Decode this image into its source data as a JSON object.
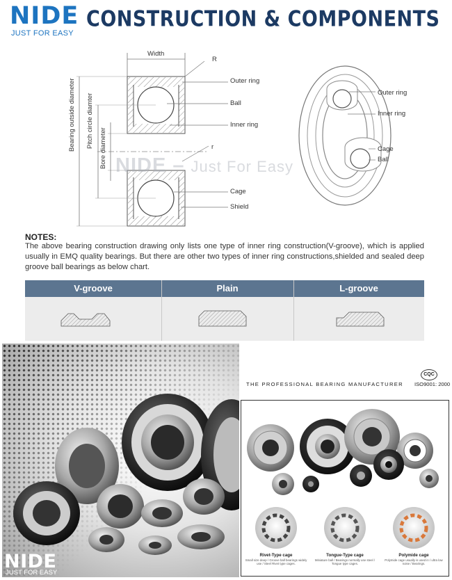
{
  "header": {
    "logo": "NIDE",
    "logo_tagline": "JUST FOR EASY",
    "title": "CONSTRUCTION & COMPONENTS"
  },
  "watermark": {
    "brand": "NIDE",
    "slogan": "Just For Easy"
  },
  "diagram": {
    "labels": {
      "width": "Width",
      "r_upper": "R",
      "r_lower": "r",
      "outer_ring": "Outer ring",
      "ball": "Ball",
      "inner_ring": "Inner ring",
      "cage": "Cage",
      "shield": "Shield",
      "outside_diameter": "Bearing outside diameter",
      "pitch_diameter": "Pitch circle diamter",
      "bore_diameter": "Bore diameter"
    },
    "side_labels": {
      "outer_ring": "Outer ring",
      "inner_ring": "Inner ring",
      "cage": "Cage",
      "ball": "Ball"
    }
  },
  "notes": {
    "heading": "NOTES:",
    "text": "The above bearing construction drawing only lists one type of inner ring construction(V-groove), which is applied usually in EMQ quality bearings. But there are other two types of inner ring constructions,shielded and sealed deep groove ball bearings as below chart."
  },
  "groove_table": {
    "columns": [
      "V-groove",
      "Plain",
      "L-groove"
    ]
  },
  "photo_left": {
    "logo": "NIDE",
    "logo_tagline": "JUST FOR EASY"
  },
  "catalog": {
    "tagline": "THE PROFESSIONAL BEARING MANUFACTURER",
    "cert_mark": "CQC",
    "iso": "ISO9001: 2000",
    "cages": [
      {
        "title": "Rivet-Type cage",
        "desc": "Small size deep / Groove ball bearings widely use / Steel Rivet type cages."
      },
      {
        "title": "Tongue-Type cage",
        "desc": "Miniature ball / Bearings normally use steel / Tongue type cages."
      },
      {
        "title": "Polymide cage",
        "desc": "Polymide cage usually is used in / ultra low noise / Bearings."
      }
    ]
  },
  "colors": {
    "brand_blue": "#1d74c0",
    "title_navy": "#1c3a63",
    "table_header": "#5c7590"
  }
}
